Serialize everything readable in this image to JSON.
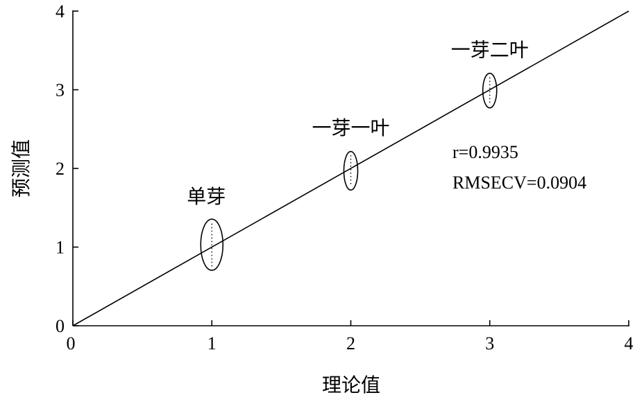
{
  "chart_data": {
    "type": "scatter",
    "xlabel": "理论值",
    "ylabel": "预测值",
    "xlim": [
      0,
      4
    ],
    "ylim": [
      0,
      4
    ],
    "x_ticks": [
      "0",
      "1",
      "2",
      "3",
      "4"
    ],
    "y_ticks": [
      "0",
      "1",
      "2",
      "3",
      "4"
    ],
    "reference_line": {
      "from": [
        0,
        0
      ],
      "to": [
        4,
        4
      ]
    },
    "clusters": [
      {
        "label": "单芽",
        "x": 1,
        "y_center": 1.03,
        "y_min": 0.7,
        "y_max": 1.35,
        "x_halfwidth": 0.08
      },
      {
        "label": "一芽一叶",
        "x": 2,
        "y_center": 1.97,
        "y_min": 1.73,
        "y_max": 2.22,
        "x_halfwidth": 0.05
      },
      {
        "label": "一芽二叶",
        "x": 3,
        "y_center": 2.99,
        "y_min": 2.77,
        "y_max": 3.21,
        "x_halfwidth": 0.05
      }
    ],
    "stats": {
      "r_text": "r=0.9935",
      "rmsecv_text": "RMSECV=0.0904"
    },
    "grid": false,
    "legend": "none"
  }
}
